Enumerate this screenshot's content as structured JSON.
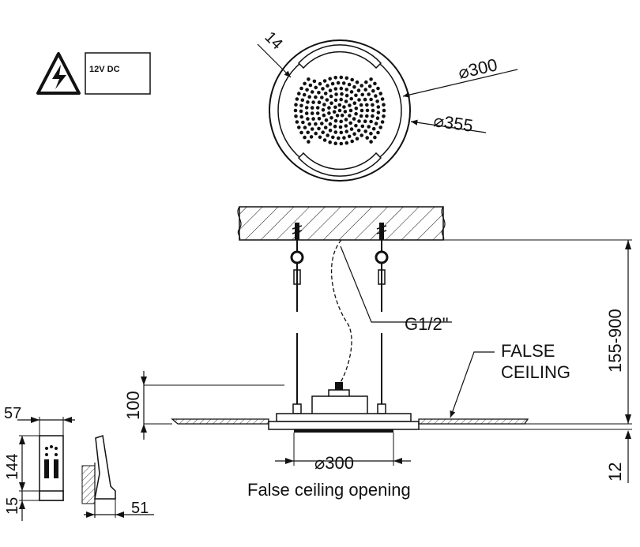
{
  "warning": {
    "voltage_label": "12V DC",
    "icon": "electrical-hazard-icon"
  },
  "top_view": {
    "dim_slot": "14",
    "dim_inner_diameter": "⌀300",
    "dim_outer_diameter": "⌀355"
  },
  "section": {
    "dim_height_range": "155-900",
    "dim_depth": "100",
    "dim_panel_thickness": "12",
    "connection_label": "G1/2\"",
    "false_ceiling_label_line1": "FALSE",
    "false_ceiling_label_line2": "CEILING",
    "opening_dim": "⌀300",
    "opening_caption": "False ceiling opening"
  },
  "control_unit": {
    "dim_width": "57",
    "dim_height": "144",
    "dim_bottom": "15",
    "dim_depth": "51"
  }
}
